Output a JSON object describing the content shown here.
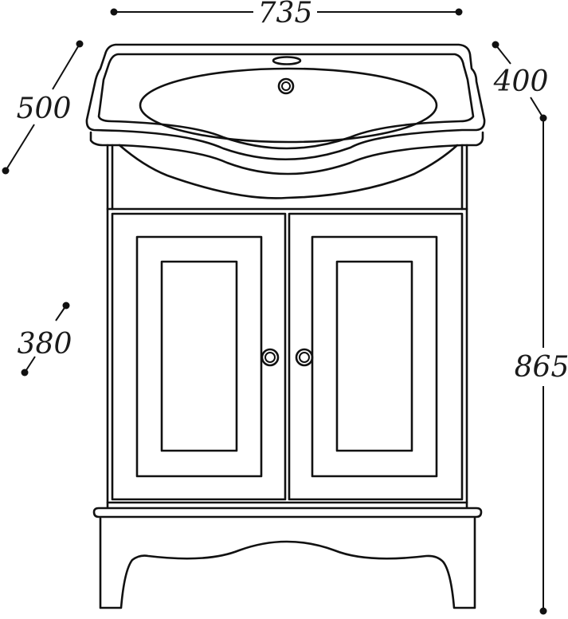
{
  "dimensions": {
    "width": "735",
    "depth_top": "500",
    "depth_basin": "400",
    "height": "865",
    "depth_cabinet": "380"
  },
  "colors": {
    "line": "#111111",
    "background": "#ffffff"
  }
}
